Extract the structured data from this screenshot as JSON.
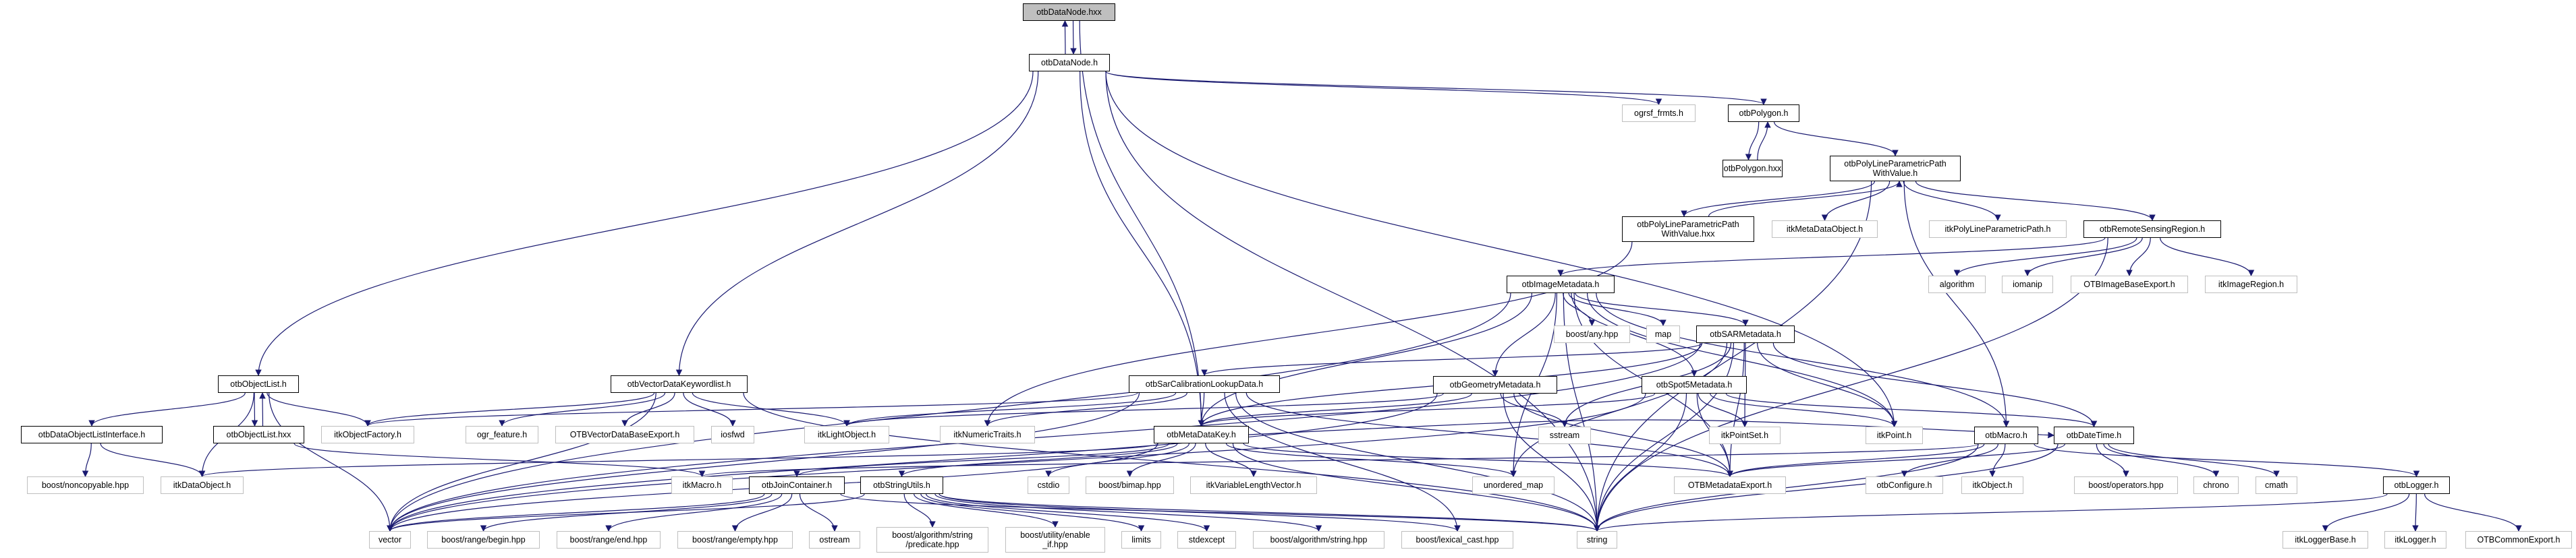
{
  "graph": {
    "edge_color": "#191970",
    "root_fill": "#bfbfbf",
    "external_border": "#bfbfbf",
    "nodes": [
      {
        "id": "hxx",
        "lines": [
          "otbDataNode.hxx"
        ],
        "kind": "root"
      },
      {
        "id": "dn_h",
        "lines": [
          "otbDataNode.h"
        ],
        "kind": "internal"
      },
      {
        "id": "objlist_h",
        "lines": [
          "otbObjectList.h"
        ],
        "kind": "internal"
      },
      {
        "id": "vdkw",
        "lines": [
          "otbVectorDataKeywordlist.h"
        ],
        "kind": "internal"
      },
      {
        "id": "sarcal",
        "lines": [
          "otbSarCalibrationLookupData.h"
        ],
        "kind": "internal"
      },
      {
        "id": "geom",
        "lines": [
          "otbGeometryMetadata.h"
        ],
        "kind": "internal"
      },
      {
        "id": "spot5",
        "lines": [
          "otbSpot5Metadata.h"
        ],
        "kind": "internal"
      },
      {
        "id": "dolist",
        "lines": [
          "otbDataObjectListInterface.h"
        ],
        "kind": "internal"
      },
      {
        "id": "objlist_hxx",
        "lines": [
          "otbObjectList.hxx"
        ],
        "kind": "internal"
      },
      {
        "id": "itkobjfac",
        "lines": [
          "itkObjectFactory.h"
        ],
        "kind": "external"
      },
      {
        "id": "ogrfeat",
        "lines": [
          "ogr_feature.h"
        ],
        "kind": "external"
      },
      {
        "id": "vdbexp",
        "lines": [
          "OTBVectorDataBaseExport.h"
        ],
        "kind": "external"
      },
      {
        "id": "iosfwd",
        "lines": [
          "iosfwd"
        ],
        "kind": "external"
      },
      {
        "id": "itklight",
        "lines": [
          "itkLightObject.h"
        ],
        "kind": "external"
      },
      {
        "id": "numtraits",
        "lines": [
          "itkNumericTraits.h"
        ],
        "kind": "external"
      },
      {
        "id": "mdk",
        "lines": [
          "otbMetaDataKey.h"
        ],
        "kind": "internal"
      },
      {
        "id": "sstream",
        "lines": [
          "sstream"
        ],
        "kind": "external"
      },
      {
        "id": "pointset",
        "lines": [
          "itkPointSet.h"
        ],
        "kind": "external"
      },
      {
        "id": "point",
        "lines": [
          "itkPoint.h"
        ],
        "kind": "external"
      },
      {
        "id": "macro",
        "lines": [
          "otbMacro.h"
        ],
        "kind": "internal"
      },
      {
        "id": "datetime",
        "lines": [
          "otbDateTime.h"
        ],
        "kind": "internal"
      },
      {
        "id": "noncopy",
        "lines": [
          "boost/noncopyable.hpp"
        ],
        "kind": "external"
      },
      {
        "id": "dataobj",
        "lines": [
          "itkDataObject.h"
        ],
        "kind": "external"
      },
      {
        "id": "itkmacro",
        "lines": [
          "itkMacro.h"
        ],
        "kind": "external"
      },
      {
        "id": "join",
        "lines": [
          "otbJoinContainer.h"
        ],
        "kind": "internal"
      },
      {
        "id": "strutil",
        "lines": [
          "otbStringUtils.h"
        ],
        "kind": "internal"
      },
      {
        "id": "cstdio",
        "lines": [
          "cstdio"
        ],
        "kind": "external"
      },
      {
        "id": "bimap",
        "lines": [
          "boost/bimap.hpp"
        ],
        "kind": "external"
      },
      {
        "id": "vlv",
        "lines": [
          "itkVariableLengthVector.h"
        ],
        "kind": "external"
      },
      {
        "id": "umap",
        "lines": [
          "unordered_map"
        ],
        "kind": "external"
      },
      {
        "id": "mdexp",
        "lines": [
          "OTBMetadataExport.h"
        ],
        "kind": "external"
      },
      {
        "id": "configure",
        "lines": [
          "otbConfigure.h"
        ],
        "kind": "external"
      },
      {
        "id": "itkobject",
        "lines": [
          "itkObject.h"
        ],
        "kind": "external"
      },
      {
        "id": "operators",
        "lines": [
          "boost/operators.hpp"
        ],
        "kind": "external"
      },
      {
        "id": "chrono",
        "lines": [
          "chrono"
        ],
        "kind": "external"
      },
      {
        "id": "cmath",
        "lines": [
          "cmath"
        ],
        "kind": "external"
      },
      {
        "id": "logger",
        "lines": [
          "otbLogger.h"
        ],
        "kind": "internal"
      },
      {
        "id": "vector",
        "lines": [
          "vector"
        ],
        "kind": "external"
      },
      {
        "id": "begin",
        "lines": [
          "boost/range/begin.hpp"
        ],
        "kind": "external"
      },
      {
        "id": "end",
        "lines": [
          "boost/range/end.hpp"
        ],
        "kind": "external"
      },
      {
        "id": "empty",
        "lines": [
          "boost/range/empty.hpp"
        ],
        "kind": "external"
      },
      {
        "id": "ostream",
        "lines": [
          "ostream"
        ],
        "kind": "external"
      },
      {
        "id": "predicate",
        "lines": [
          "boost/algorithm/string",
          "/predicate.hpp"
        ],
        "kind": "external"
      },
      {
        "id": "enableif",
        "lines": [
          "boost/utility/enable",
          "_if.hpp"
        ],
        "kind": "external"
      },
      {
        "id": "limits",
        "lines": [
          "limits"
        ],
        "kind": "external"
      },
      {
        "id": "stdexcept",
        "lines": [
          "stdexcept"
        ],
        "kind": "external"
      },
      {
        "id": "algstr",
        "lines": [
          "boost/algorithm/string.hpp"
        ],
        "kind": "external"
      },
      {
        "id": "lexcast",
        "lines": [
          "boost/lexical_cast.hpp"
        ],
        "kind": "external"
      },
      {
        "id": "string",
        "lines": [
          "string"
        ],
        "kind": "external"
      },
      {
        "id": "loggerbase",
        "lines": [
          "itkLoggerBase.h"
        ],
        "kind": "external"
      },
      {
        "id": "itklogger",
        "lines": [
          "itkLogger.h"
        ],
        "kind": "external"
      },
      {
        "id": "commonexp",
        "lines": [
          "OTBCommonExport.h"
        ],
        "kind": "external"
      },
      {
        "id": "ogrsf",
        "lines": [
          "ogrsf_frmts.h"
        ],
        "kind": "external"
      },
      {
        "id": "polygon_h",
        "lines": [
          "otbPolygon.h"
        ],
        "kind": "internal"
      },
      {
        "id": "polygon_hxx",
        "lines": [
          "otbPolygon.hxx"
        ],
        "kind": "internal"
      },
      {
        "id": "polyline_h",
        "lines": [
          "otbPolyLineParametricPath",
          "WithValue.h"
        ],
        "kind": "internal"
      },
      {
        "id": "polyline_hxx",
        "lines": [
          "otbPolyLineParametricPath",
          "WithValue.hxx"
        ],
        "kind": "internal"
      },
      {
        "id": "mdobj",
        "lines": [
          "itkMetaDataObject.h"
        ],
        "kind": "external"
      },
      {
        "id": "polypath",
        "lines": [
          "itkPolyLineParametricPath.h"
        ],
        "kind": "external"
      },
      {
        "id": "rsregion",
        "lines": [
          "otbRemoteSensingRegion.h"
        ],
        "kind": "internal"
      },
      {
        "id": "imgmd",
        "lines": [
          "otbImageMetadata.h"
        ],
        "kind": "internal"
      },
      {
        "id": "algorithm",
        "lines": [
          "algorithm"
        ],
        "kind": "external"
      },
      {
        "id": "iomanip",
        "lines": [
          "iomanip"
        ],
        "kind": "external"
      },
      {
        "id": "imgbaseexp",
        "lines": [
          "OTBImageBaseExport.h"
        ],
        "kind": "external"
      },
      {
        "id": "imgregion",
        "lines": [
          "itkImageRegion.h"
        ],
        "kind": "external"
      },
      {
        "id": "boostany",
        "lines": [
          "boost/any.hpp"
        ],
        "kind": "external"
      },
      {
        "id": "map",
        "lines": [
          "map"
        ],
        "kind": "external"
      },
      {
        "id": "sarmd",
        "lines": [
          "otbSARMetadata.h"
        ],
        "kind": "internal"
      }
    ],
    "edges": [
      [
        "hxx",
        "dn_h"
      ],
      [
        "dn_h",
        "hxx"
      ],
      [
        "hxx",
        "mdk"
      ],
      [
        "dn_h",
        "objlist_h"
      ],
      [
        "dn_h",
        "vdkw"
      ],
      [
        "dn_h",
        "ogrsf"
      ],
      [
        "dn_h",
        "polygon_h"
      ],
      [
        "dn_h",
        "point"
      ],
      [
        "dn_h",
        "string"
      ],
      [
        "dn_h",
        "mdk"
      ],
      [
        "objlist_h",
        "vector"
      ],
      [
        "objlist_h",
        "dolist"
      ],
      [
        "objlist_h",
        "dataobj"
      ],
      [
        "objlist_h",
        "objlist_hxx"
      ],
      [
        "objlist_hxx",
        "objlist_h"
      ],
      [
        "objlist_h",
        "itkobjfac"
      ],
      [
        "objlist_hxx",
        "itkmacro"
      ],
      [
        "dolist",
        "noncopy"
      ],
      [
        "dolist",
        "dataobj"
      ],
      [
        "vdkw",
        "vector"
      ],
      [
        "vdkw",
        "itkobjfac"
      ],
      [
        "vdkw",
        "ogrfeat"
      ],
      [
        "vdkw",
        "vdbexp"
      ],
      [
        "vdkw",
        "iosfwd"
      ],
      [
        "vdkw",
        "itklight"
      ],
      [
        "vdkw",
        "string"
      ],
      [
        "polygon_h",
        "polygon_hxx"
      ],
      [
        "polygon_hxx",
        "polygon_h"
      ],
      [
        "polygon_h",
        "polyline_h"
      ],
      [
        "polyline_h",
        "polyline_hxx"
      ],
      [
        "polyline_hxx",
        "polyline_h"
      ],
      [
        "polyline_h",
        "mdobj"
      ],
      [
        "polyline_h",
        "polypath"
      ],
      [
        "polyline_h",
        "rsregion"
      ],
      [
        "polyline_h",
        "macro"
      ],
      [
        "polyline_h",
        "string"
      ],
      [
        "polyline_hxx",
        "numtraits"
      ],
      [
        "rsregion",
        "imgmd"
      ],
      [
        "rsregion",
        "algorithm"
      ],
      [
        "rsregion",
        "iomanip"
      ],
      [
        "rsregion",
        "imgbaseexp"
      ],
      [
        "rsregion",
        "imgregion"
      ],
      [
        "rsregion",
        "string"
      ],
      [
        "imgmd",
        "boostany"
      ],
      [
        "imgmd",
        "map"
      ],
      [
        "imgmd",
        "sarmd"
      ],
      [
        "imgmd",
        "geom"
      ],
      [
        "imgmd",
        "spot5"
      ],
      [
        "imgmd",
        "mdk"
      ],
      [
        "imgmd",
        "macro"
      ],
      [
        "imgmd",
        "point"
      ],
      [
        "imgmd",
        "mdexp"
      ],
      [
        "imgmd",
        "vector"
      ],
      [
        "imgmd",
        "string"
      ],
      [
        "imgmd",
        "umap"
      ],
      [
        "sarmd",
        "sarcal"
      ],
      [
        "sarmd",
        "mdk"
      ],
      [
        "sarmd",
        "datetime"
      ],
      [
        "sarmd",
        "pointset"
      ],
      [
        "sarmd",
        "point"
      ],
      [
        "sarmd",
        "sstream"
      ],
      [
        "sarmd",
        "umap"
      ],
      [
        "sarmd",
        "mdexp"
      ],
      [
        "sarmd",
        "string"
      ],
      [
        "sarmd",
        "vector"
      ],
      [
        "sarcal",
        "mdk"
      ],
      [
        "sarcal",
        "itklight"
      ],
      [
        "sarcal",
        "numtraits"
      ],
      [
        "sarcal",
        "itkobjfac"
      ],
      [
        "sarcal",
        "vector"
      ],
      [
        "sarcal",
        "lexcast"
      ],
      [
        "sarcal",
        "string"
      ],
      [
        "sarcal",
        "mdexp"
      ],
      [
        "geom",
        "mdk"
      ],
      [
        "geom",
        "sstream"
      ],
      [
        "geom",
        "string"
      ],
      [
        "geom",
        "mdexp"
      ],
      [
        "geom",
        "vector"
      ],
      [
        "geom",
        "itklight"
      ],
      [
        "spot5",
        "mdk"
      ],
      [
        "spot5",
        "pointset"
      ],
      [
        "spot5",
        "point"
      ],
      [
        "spot5",
        "datetime"
      ],
      [
        "spot5",
        "mdexp"
      ],
      [
        "spot5",
        "string"
      ],
      [
        "spot5",
        "vector"
      ],
      [
        "mdk",
        "cstdio"
      ],
      [
        "mdk",
        "bimap"
      ],
      [
        "mdk",
        "vlv"
      ],
      [
        "mdk",
        "join"
      ],
      [
        "mdk",
        "strutil"
      ],
      [
        "mdk",
        "umap"
      ],
      [
        "mdk",
        "mdexp"
      ],
      [
        "mdk",
        "string"
      ],
      [
        "mdk",
        "vector"
      ],
      [
        "mdk",
        "dataobj"
      ],
      [
        "mdk",
        "datetime"
      ],
      [
        "macro",
        "itkmacro"
      ],
      [
        "macro",
        "configure"
      ],
      [
        "macro",
        "itkobject"
      ],
      [
        "macro",
        "logger"
      ],
      [
        "macro",
        "mdexp"
      ],
      [
        "macro",
        "string"
      ],
      [
        "datetime",
        "mdexp"
      ],
      [
        "datetime",
        "operators"
      ],
      [
        "datetime",
        "chrono"
      ],
      [
        "datetime",
        "cmath"
      ],
      [
        "datetime",
        "string"
      ],
      [
        "join",
        "vector"
      ],
      [
        "join",
        "begin"
      ],
      [
        "join",
        "end"
      ],
      [
        "join",
        "empty"
      ],
      [
        "join",
        "ostream"
      ],
      [
        "join",
        "string"
      ],
      [
        "strutil",
        "vector"
      ],
      [
        "strutil",
        "predicate"
      ],
      [
        "strutil",
        "enableif"
      ],
      [
        "strutil",
        "limits"
      ],
      [
        "strutil",
        "stdexcept"
      ],
      [
        "strutil",
        "algstr"
      ],
      [
        "strutil",
        "lexcast"
      ],
      [
        "strutil",
        "string"
      ],
      [
        "logger",
        "loggerbase"
      ],
      [
        "logger",
        "itklogger"
      ],
      [
        "logger",
        "commonexp"
      ],
      [
        "logger",
        "string"
      ]
    ]
  }
}
